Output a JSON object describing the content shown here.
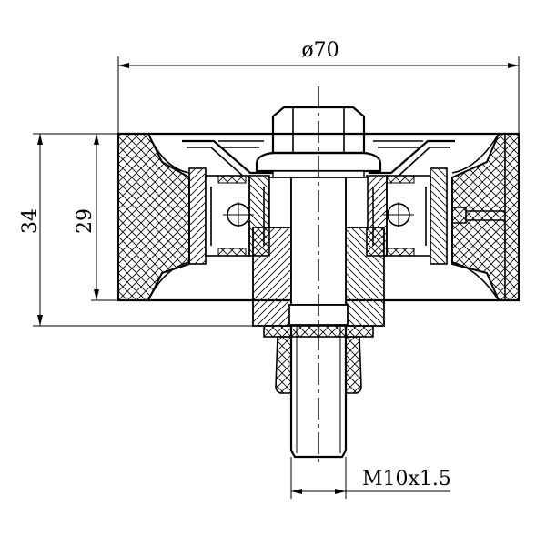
{
  "drawing": {
    "dimensions": {
      "outer_diameter": "ø70",
      "overall_height": "34",
      "pulley_width": "29",
      "thread_spec": "M10x1.5"
    },
    "colors": {
      "line": "#000000",
      "background": "#ffffff"
    }
  }
}
